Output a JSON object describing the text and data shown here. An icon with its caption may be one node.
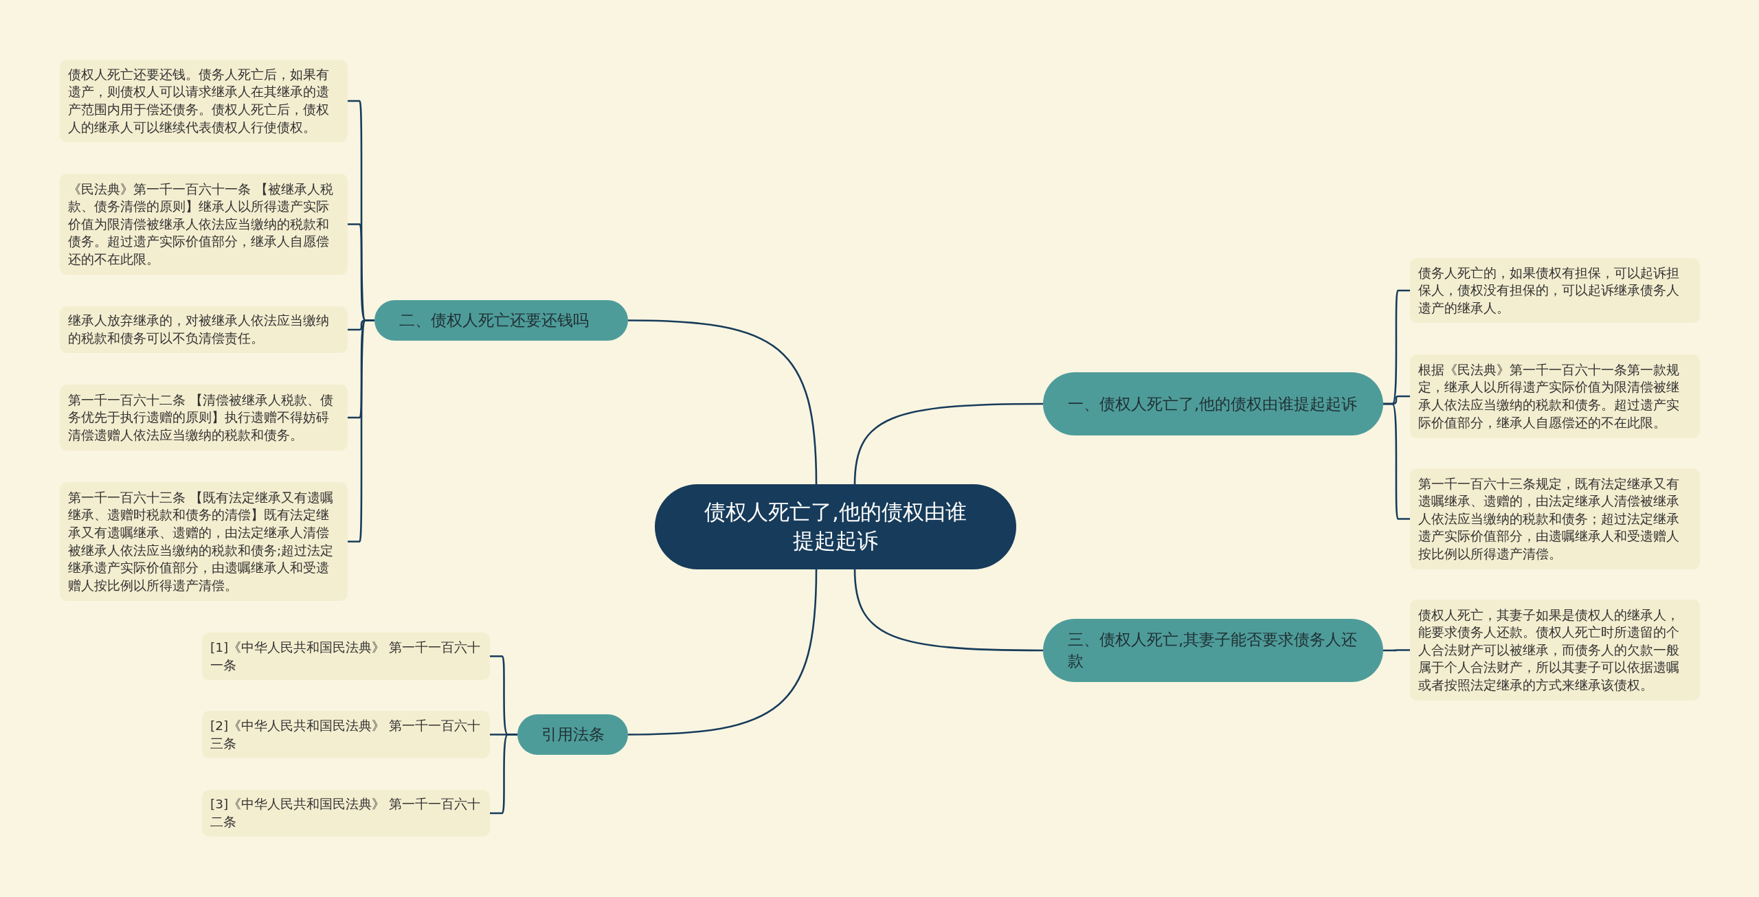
{
  "diagram": {
    "nodes": [
      {
        "text": [
          "债权人死亡了,他的债权由谁提起起诉"
        ]
      },
      {
        "text": [
          "一、债权人死亡了,他的债权由谁提起起诉"
        ]
      },
      {
        "text": [
          "债务人死亡的，如果债权有担保，可以起诉担保人，债权没有担保的，可以起诉继承债务人遗产的继承人。"
        ]
      },
      {
        "text": [
          "根据《民法典》第一千一百六十一条第一款规定，继承人以所得遗产实际价值为限清偿被继承人依法应当缴纳的税款和债务。超过遗产实际价值部分，继承人自愿偿还的不在此限。"
        ]
      },
      {
        "text": [
          "第一千一百六十三条规定，既有法定继承又有遗嘱继承、遗赠的，由法定继承人清偿被继承人依法应当缴纳的税款和债务；超过法定继承遗产实际价值部分，由遗嘱继承人和受遗赠人按比例以所得遗产清偿。"
        ]
      },
      {
        "text": [
          "三、债权人死亡,其妻子能否要求债务人还款"
        ]
      },
      {
        "text": [
          "债权人死亡，其妻子如果是债权人的继承人，能要求债务人还款。债权人死亡时所遗留的个人合法财产可以被继承，而债务人的欠款一般属于个人合法财产，所以其妻子可以依据遗嘱或者按照法定继承的方式来继承该债权。"
        ]
      },
      {
        "text": [
          "二、债权人死亡还要还钱吗"
        ]
      },
      {
        "text": [
          "债权人死亡还要还钱。债务人死亡后，如果有遗产，则债权人可以请求继承人在其继承的遗产范围内用于偿还债务。债权人死亡后，债权人的继承人可以继续代表债权人行使债权。"
        ]
      },
      {
        "text": [
          "《民法典》第一千一百六十一条 【被继承人税款、债务清偿的原则】继承人以所得遗产实际价值为限清偿被继承人依法应当缴纳的税款和债务。超过遗产实际价值部分，继承人自愿偿还的不在此限。"
        ]
      },
      {
        "text": [
          "继承人放弃继承的，对被继承人依法应当缴纳的税款和债务可以不负清偿责任。"
        ]
      },
      {
        "text": [
          "第一千一百六十二条 【清偿被继承人税款、债务优先于执行遗赠的原则】执行遗赠不得妨碍清偿遗赠人依法应当缴纳的税款和债务。"
        ]
      },
      {
        "text": [
          "第一千一百六十三条 【既有法定继承又有遗嘱继承、遗赠时税款和债务的清偿】既有法定继承又有遗嘱继承、遗赠的，由法定继承人清偿被继承人依法应当缴纳的税款和债务;超过法定继承遗产实际价值部分，由遗嘱继承人和受遗赠人按比例以所得遗产清偿。"
        ]
      },
      {
        "text": [
          "引用法条"
        ]
      },
      {
        "text": [
          "[1]《中华人民共和国民法典》 第一千一百六十一条"
        ]
      },
      {
        "text": [
          "[2]《中华人民共和国民法典》 第一千一百六十三条"
        ]
      },
      {
        "text": [
          "[3]《中华人民共和国民法典》 第一千一百六十二条"
        ]
      }
    ],
    "edges": [
      {
        "from": 0,
        "to": 1,
        "arrow": "none"
      },
      {
        "from": 1,
        "to": 2,
        "arrow": "none"
      },
      {
        "from": 1,
        "to": 3,
        "arrow": "none"
      },
      {
        "from": 1,
        "to": 4,
        "arrow": "none"
      },
      {
        "from": 0,
        "to": 5,
        "arrow": "none"
      },
      {
        "from": 5,
        "to": 6,
        "arrow": "none"
      },
      {
        "from": 0,
        "to": 7,
        "arrow": "none"
      },
      {
        "from": 7,
        "to": 8,
        "arrow": "none"
      },
      {
        "from": 7,
        "to": 9,
        "arrow": "none"
      },
      {
        "from": 7,
        "to": 10,
        "arrow": "none"
      },
      {
        "from": 7,
        "to": 11,
        "arrow": "none"
      },
      {
        "from": 7,
        "to": 12,
        "arrow": "none"
      },
      {
        "from": 0,
        "to": 13,
        "arrow": "none"
      },
      {
        "from": 13,
        "to": 14,
        "arrow": "none"
      },
      {
        "from": 13,
        "to": 15,
        "arrow": "none"
      },
      {
        "from": 13,
        "to": 16,
        "arrow": "none"
      }
    ]
  }
}
